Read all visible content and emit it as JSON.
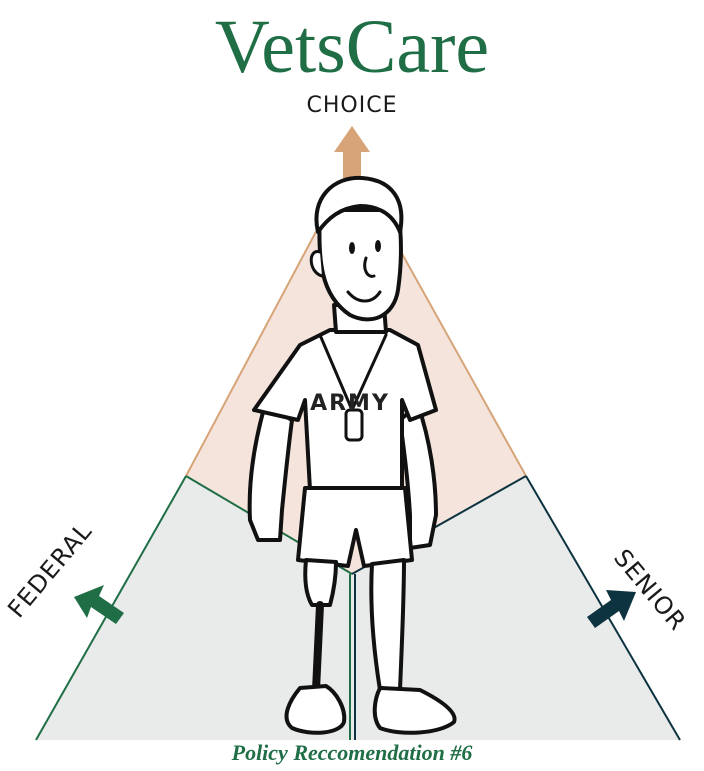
{
  "title": "VetsCare",
  "labels": {
    "top": "CHOICE",
    "left": "FEDERAL",
    "right": "SENIOR"
  },
  "shirt_text": "ARMY",
  "caption": "Policy Reccomendation #6",
  "colors": {
    "title": "#1f6e46",
    "choice_arrow": "#d6a478",
    "federal_arrow": "#1f6e46",
    "senior_arrow": "#0d3340",
    "choice_region": "#f4e4dc",
    "side_region": "#e9eaea"
  }
}
